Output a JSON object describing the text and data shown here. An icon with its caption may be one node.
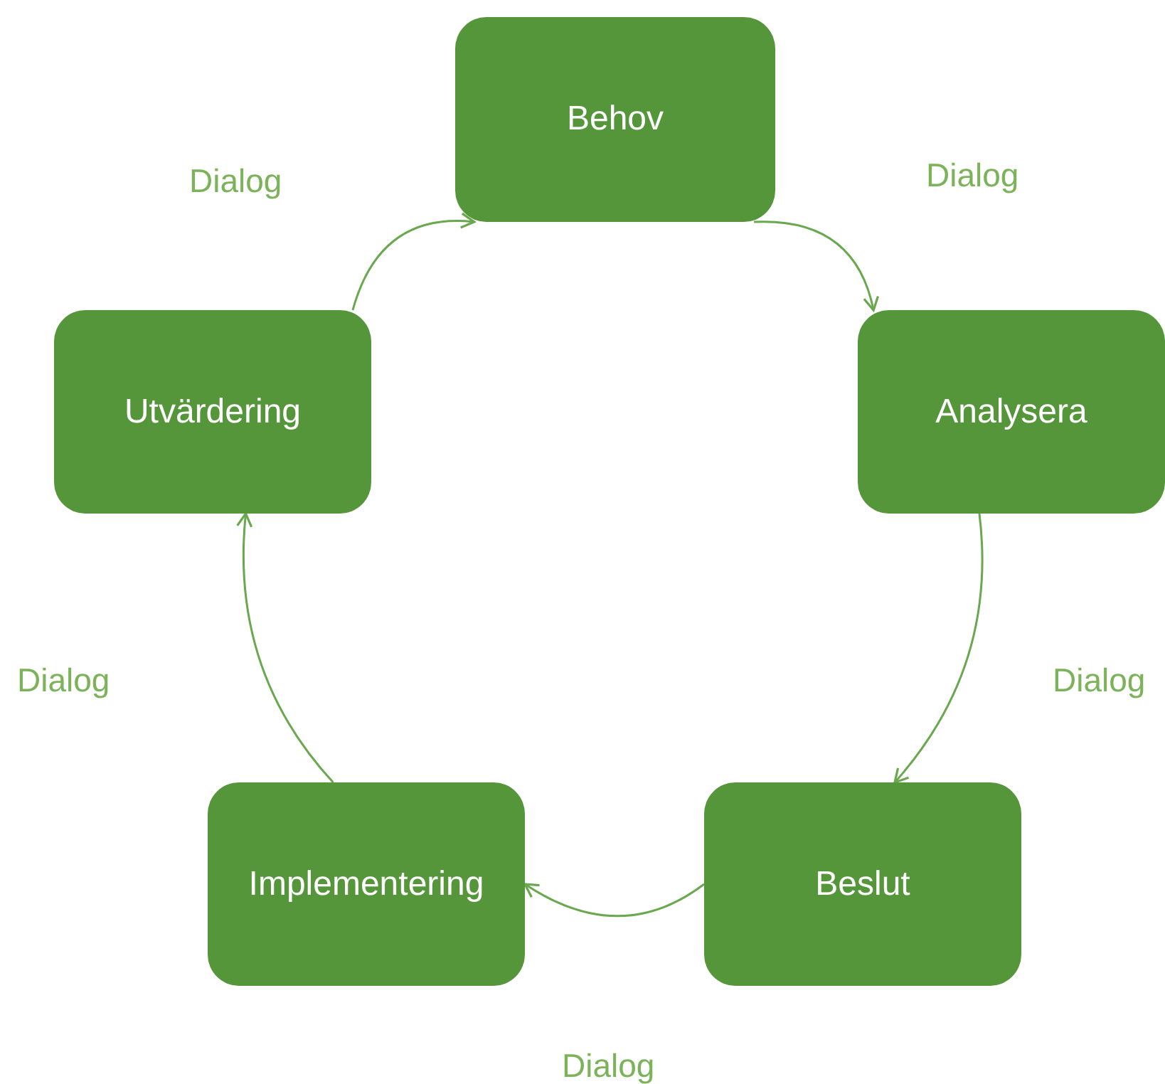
{
  "diagram": {
    "nodes": [
      {
        "text": [
          "Behov"
        ]
      },
      {
        "text": [
          "Analysera"
        ]
      },
      {
        "text": [
          "Beslut"
        ]
      },
      {
        "text": [
          "Implementering"
        ]
      },
      {
        "text": [
          "Utvärdering"
        ]
      }
    ],
    "edges": [
      {
        "from": 0,
        "to": 1,
        "arrow": "to",
        "label": "Dialog"
      },
      {
        "from": 1,
        "to": 2,
        "arrow": "to",
        "label": "Dialog"
      },
      {
        "from": 2,
        "to": 3,
        "arrow": "to",
        "label": "Dialog"
      },
      {
        "from": 3,
        "to": 4,
        "arrow": "to",
        "label": "Dialog"
      },
      {
        "from": 4,
        "to": 0,
        "arrow": "to",
        "label": "Dialog"
      }
    ]
  }
}
